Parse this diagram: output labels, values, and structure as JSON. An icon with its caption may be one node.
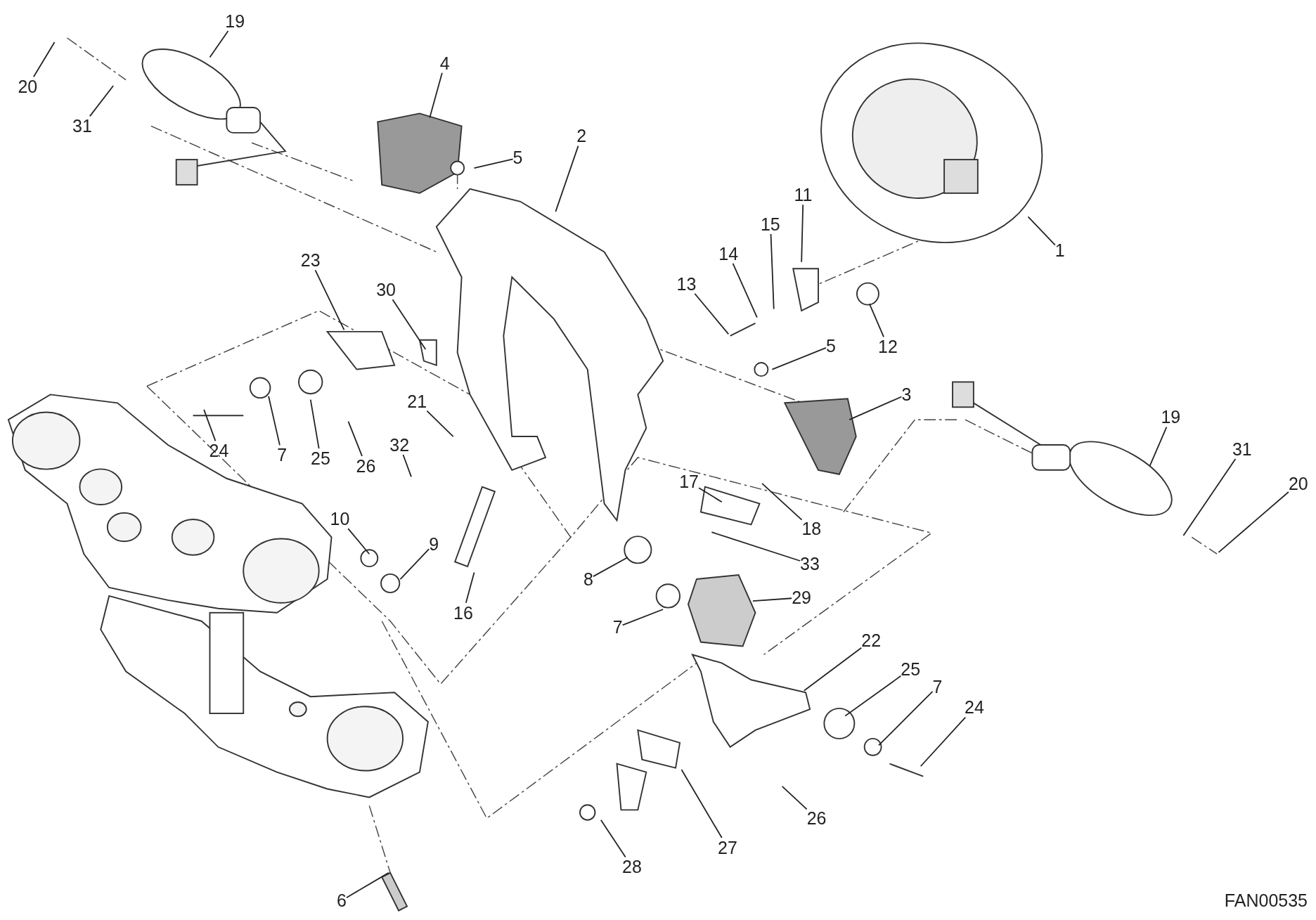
{
  "diagram": {
    "nodes": [
      {
        "text": [
          "20"
        ]
      },
      {
        "text": [
          "19"
        ]
      },
      {
        "text": [
          "31"
        ]
      },
      {
        "text": [
          "4"
        ]
      },
      {
        "text": [
          "5"
        ]
      },
      {
        "text": [
          "2"
        ]
      },
      {
        "text": [
          "11"
        ]
      },
      {
        "text": [
          "15"
        ]
      },
      {
        "text": [
          "14"
        ]
      },
      {
        "text": [
          "13"
        ]
      },
      {
        "text": [
          "1"
        ]
      },
      {
        "text": [
          "23"
        ]
      },
      {
        "text": [
          "30"
        ]
      },
      {
        "text": [
          "5"
        ]
      },
      {
        "text": [
          "12"
        ]
      },
      {
        "text": [
          "3"
        ]
      },
      {
        "text": [
          "21"
        ]
      },
      {
        "text": [
          "32"
        ]
      },
      {
        "text": [
          "24"
        ]
      },
      {
        "text": [
          "7"
        ]
      },
      {
        "text": [
          "25"
        ]
      },
      {
        "text": [
          "26"
        ]
      },
      {
        "text": [
          "19"
        ]
      },
      {
        "text": [
          "31"
        ]
      },
      {
        "text": [
          "20"
        ]
      },
      {
        "text": [
          "17"
        ]
      },
      {
        "text": [
          "18"
        ]
      },
      {
        "text": [
          "33"
        ]
      },
      {
        "text": [
          "10"
        ]
      },
      {
        "text": [
          "9"
        ]
      },
      {
        "text": [
          "16"
        ]
      },
      {
        "text": [
          "8"
        ]
      },
      {
        "text": [
          "29"
        ]
      },
      {
        "text": [
          "7"
        ]
      },
      {
        "text": [
          "22"
        ]
      },
      {
        "text": [
          "25"
        ]
      },
      {
        "text": [
          "7"
        ]
      },
      {
        "text": [
          "24"
        ]
      },
      {
        "text": [
          "26"
        ]
      },
      {
        "text": [
          "27"
        ]
      },
      {
        "text": [
          "28"
        ]
      },
      {
        "text": [
          "6"
        ]
      }
    ],
    "edges": [
      {
        "from": 0,
        "to": null,
        "arrow": "none"
      },
      {
        "from": 1,
        "to": null,
        "arrow": "none"
      },
      {
        "from": 2,
        "to": null,
        "arrow": "none"
      },
      {
        "from": 3,
        "to": null,
        "arrow": "none"
      },
      {
        "from": 4,
        "to": null,
        "arrow": "none"
      },
      {
        "from": 5,
        "to": null,
        "arrow": "none"
      },
      {
        "from": 6,
        "to": null,
        "arrow": "none"
      },
      {
        "from": 7,
        "to": null,
        "arrow": "none"
      },
      {
        "from": 8,
        "to": null,
        "arrow": "none"
      },
      {
        "from": 9,
        "to": null,
        "arrow": "none"
      },
      {
        "from": 10,
        "to": null,
        "arrow": "none"
      },
      {
        "from": 11,
        "to": null,
        "arrow": "none"
      },
      {
        "from": 12,
        "to": null,
        "arrow": "none"
      },
      {
        "from": 13,
        "to": null,
        "arrow": "none"
      },
      {
        "from": 14,
        "to": null,
        "arrow": "none"
      },
      {
        "from": 15,
        "to": null,
        "arrow": "none"
      },
      {
        "from": 16,
        "to": null,
        "arrow": "none"
      },
      {
        "from": 17,
        "to": null,
        "arrow": "none"
      },
      {
        "from": 18,
        "to": null,
        "arrow": "none"
      },
      {
        "from": 19,
        "to": null,
        "arrow": "none"
      },
      {
        "from": 20,
        "to": null,
        "arrow": "none"
      },
      {
        "from": 21,
        "to": null,
        "arrow": "none"
      },
      {
        "from": 22,
        "to": null,
        "arrow": "none"
      },
      {
        "from": 23,
        "to": null,
        "arrow": "none"
      },
      {
        "from": 24,
        "to": null,
        "arrow": "none"
      },
      {
        "from": 25,
        "to": null,
        "arrow": "none"
      },
      {
        "from": 26,
        "to": null,
        "arrow": "none"
      },
      {
        "from": 27,
        "to": null,
        "arrow": "none"
      },
      {
        "from": 28,
        "to": null,
        "arrow": "none"
      },
      {
        "from": 29,
        "to": null,
        "arrow": "none"
      },
      {
        "from": 30,
        "to": null,
        "arrow": "none"
      },
      {
        "from": 31,
        "to": null,
        "arrow": "none"
      },
      {
        "from": 32,
        "to": null,
        "arrow": "none"
      },
      {
        "from": 33,
        "to": null,
        "arrow": "none"
      },
      {
        "from": 34,
        "to": null,
        "arrow": "none"
      },
      {
        "from": 35,
        "to": null,
        "arrow": "none"
      },
      {
        "from": 36,
        "to": null,
        "arrow": "none"
      },
      {
        "from": 37,
        "to": null,
        "arrow": "none"
      },
      {
        "from": 38,
        "to": null,
        "arrow": "none"
      },
      {
        "from": 39,
        "to": null,
        "arrow": "none"
      },
      {
        "from": 40,
        "to": null,
        "arrow": "none"
      },
      {
        "from": 41,
        "to": null,
        "arrow": "none"
      }
    ],
    "labels": [
      "FAN00535"
    ]
  }
}
